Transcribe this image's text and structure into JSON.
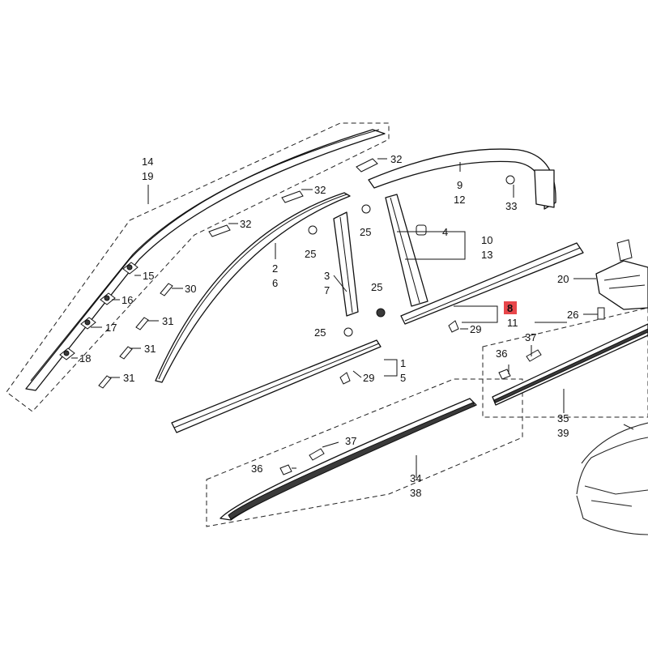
{
  "diagram": {
    "callouts": [
      {
        "id": "c14",
        "text": "14"
      },
      {
        "id": "c19",
        "text": "19"
      },
      {
        "id": "c32a",
        "text": "32"
      },
      {
        "id": "c32b",
        "text": "32"
      },
      {
        "id": "c32c",
        "text": "32"
      },
      {
        "id": "c9",
        "text": "9"
      },
      {
        "id": "c12",
        "text": "12"
      },
      {
        "id": "c33",
        "text": "33"
      },
      {
        "id": "c2",
        "text": "2"
      },
      {
        "id": "c6",
        "text": "6"
      },
      {
        "id": "c25a",
        "text": "25"
      },
      {
        "id": "c25b",
        "text": "25"
      },
      {
        "id": "c25c",
        "text": "25"
      },
      {
        "id": "c25d",
        "text": "25"
      },
      {
        "id": "c4",
        "text": "4"
      },
      {
        "id": "c10",
        "text": "10"
      },
      {
        "id": "c13",
        "text": "13"
      },
      {
        "id": "c3",
        "text": "3"
      },
      {
        "id": "c7",
        "text": "7"
      },
      {
        "id": "c15",
        "text": "15"
      },
      {
        "id": "c16",
        "text": "16"
      },
      {
        "id": "c17",
        "text": "17"
      },
      {
        "id": "c18",
        "text": "18"
      },
      {
        "id": "c30",
        "text": "30"
      },
      {
        "id": "c31a",
        "text": "31"
      },
      {
        "id": "c31b",
        "text": "31"
      },
      {
        "id": "c31c",
        "text": "31"
      },
      {
        "id": "c20",
        "text": "20"
      },
      {
        "id": "c26",
        "text": "26"
      },
      {
        "id": "c8",
        "text": "8"
      },
      {
        "id": "c11",
        "text": "11"
      },
      {
        "id": "c29a",
        "text": "29"
      },
      {
        "id": "c29b",
        "text": "29"
      },
      {
        "id": "c1",
        "text": "1"
      },
      {
        "id": "c5",
        "text": "5"
      },
      {
        "id": "c36a",
        "text": "36"
      },
      {
        "id": "c37a",
        "text": "37"
      },
      {
        "id": "c35",
        "text": "35"
      },
      {
        "id": "c39",
        "text": "39"
      },
      {
        "id": "c37b",
        "text": "37"
      },
      {
        "id": "c36b",
        "text": "36"
      },
      {
        "id": "c34",
        "text": "34"
      },
      {
        "id": "c38",
        "text": "38"
      }
    ],
    "highlight_color": "#e8464a"
  }
}
